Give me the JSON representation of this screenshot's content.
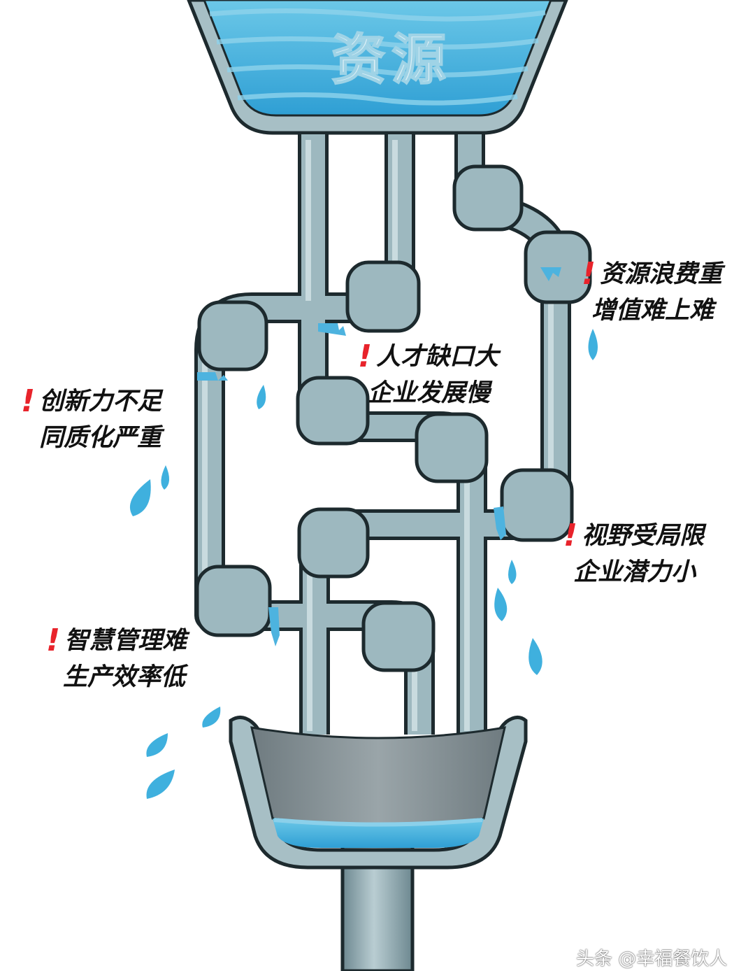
{
  "diagram": {
    "tank_title": "资源",
    "issues": [
      {
        "lines": [
          "资源浪费重",
          "增值难上难"
        ]
      },
      {
        "lines": [
          "人才缺口大",
          "企业发展慢"
        ]
      },
      {
        "lines": [
          "创新力不足",
          "同质化严重"
        ]
      },
      {
        "lines": [
          "视野受局限",
          "企业潜力小"
        ]
      },
      {
        "lines": [
          "智慧管理难",
          "生产效率低"
        ]
      }
    ],
    "alert_mark": "!"
  },
  "watermark": "头条 @幸福餐饮人",
  "colors": {
    "pipe_fill": "#9db8bf",
    "pipe_light": "#c3d6da",
    "pipe_outline": "#1d2a2e",
    "water": "#4db3df",
    "water_light": "#8bd0ea",
    "drop": "#3fb0de",
    "basin": "#808c91",
    "alert": "#e8232b"
  }
}
